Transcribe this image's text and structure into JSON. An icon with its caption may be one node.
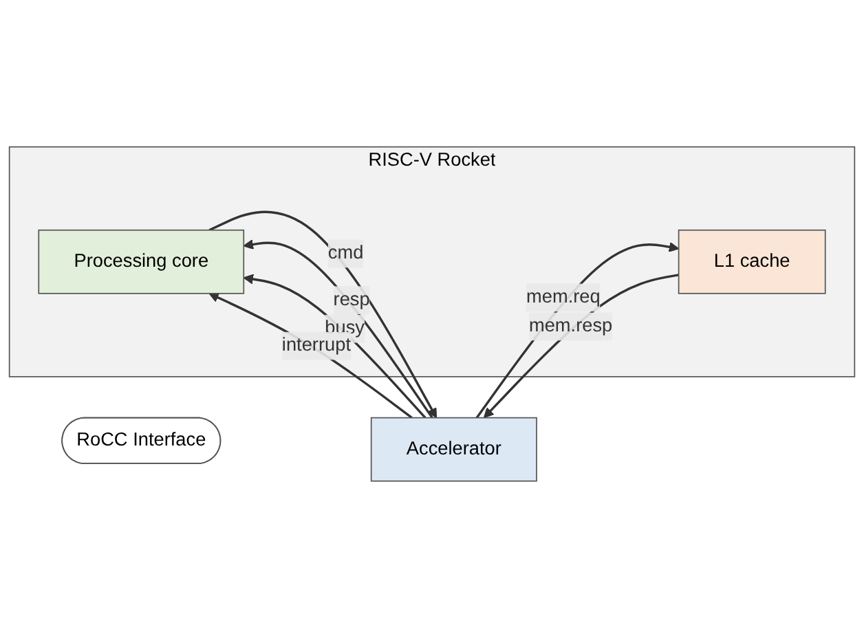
{
  "diagram": {
    "nodes": [
      {
        "text": [
          "RISC-V Rocket"
        ]
      },
      {
        "text": [
          "Processing core"
        ],
        "in": 0
      },
      {
        "text": [
          "L1 cache"
        ],
        "in": 0
      },
      {
        "text": [
          "RoCC Interface"
        ]
      },
      {
        "text": [
          "Accelerator"
        ]
      }
    ],
    "edges": [
      {
        "from": 1,
        "to": 4,
        "arrow": "to",
        "label": "cmd"
      },
      {
        "from": 4,
        "to": 1,
        "arrow": "to",
        "label": "resp"
      },
      {
        "from": 4,
        "to": 1,
        "arrow": "to",
        "label": "busy"
      },
      {
        "from": 4,
        "to": 1,
        "arrow": "to",
        "label": "interrupt"
      },
      {
        "from": 4,
        "to": 2,
        "arrow": "to",
        "label": "mem.req"
      },
      {
        "from": 2,
        "to": 4,
        "arrow": "to",
        "label": "mem.resp"
      }
    ]
  }
}
